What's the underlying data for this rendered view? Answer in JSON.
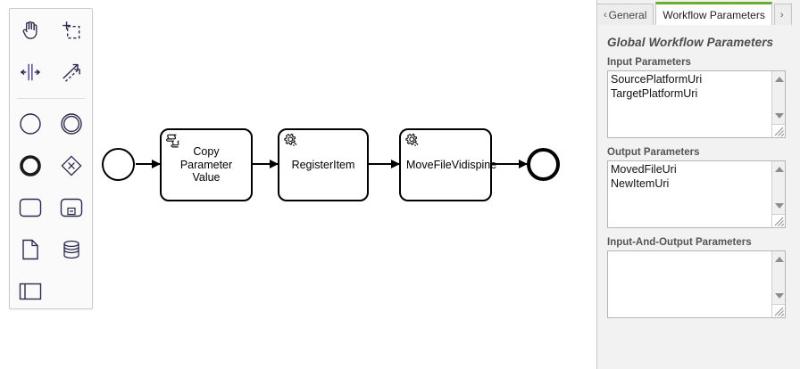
{
  "canvas": {
    "palette": {
      "name": "bpmn-palette",
      "tools": [
        {
          "id": "hand-tool",
          "icon": "hand-icon",
          "label": "Activate hand tool"
        },
        {
          "id": "lasso-tool",
          "icon": "lasso-select-icon",
          "label": "Activate lasso tool"
        },
        {
          "id": "space-tool",
          "icon": "space-tool-icon",
          "label": "Activate create/remove space tool"
        },
        {
          "id": "global-connect-tool",
          "icon": "connect-arrows-icon",
          "label": "Activate global connect tool"
        }
      ],
      "elements": [
        {
          "id": "start-event",
          "icon": "start-event-circle-icon",
          "label": "Create StartEvent"
        },
        {
          "id": "intermediate-event",
          "icon": "intermediate-event-double-circle-icon",
          "label": "Create Intermediate/Boundary Event"
        },
        {
          "id": "end-event",
          "icon": "end-event-thick-circle-icon",
          "label": "Create EndEvent"
        },
        {
          "id": "gateway",
          "icon": "gateway-diamond-icon",
          "label": "Create Gateway"
        },
        {
          "id": "task",
          "icon": "task-rounded-rect-icon",
          "label": "Create Task"
        },
        {
          "id": "subprocess",
          "icon": "subprocess-collapsed-icon",
          "label": "Create expanded SubProcess"
        },
        {
          "id": "data-object",
          "icon": "data-object-page-icon",
          "label": "Create DataObjectReference"
        },
        {
          "id": "data-store",
          "icon": "data-store-cylinder-icon",
          "label": "Create DataStoreReference"
        },
        {
          "id": "participant",
          "icon": "pool-lane-icon",
          "label": "Create Pool/Participant"
        }
      ]
    },
    "diagram": {
      "start_event": {
        "name": "start-event",
        "label": ""
      },
      "tasks": [
        {
          "name": "task-copy-parameter-value",
          "label": "Copy Parameter Value",
          "icon": "script-task-icon"
        },
        {
          "name": "task-register-item",
          "label": "RegisterItem",
          "icon": "service-task-gear-icon"
        },
        {
          "name": "task-move-file-vidispine",
          "label": "MoveFileVidispine",
          "icon": "service-task-gear-icon"
        }
      ],
      "end_event": {
        "name": "end-event",
        "label": ""
      },
      "flows": [
        {
          "name": "sequence-flow-1"
        },
        {
          "name": "sequence-flow-2"
        },
        {
          "name": "sequence-flow-3"
        },
        {
          "name": "sequence-flow-4"
        }
      ]
    }
  },
  "panel": {
    "tabs": [
      {
        "id": "tab-general",
        "label": "General",
        "active": false,
        "chevron": "‹",
        "clipped": "left"
      },
      {
        "id": "tab-workflow-parameters",
        "label": "Workflow Parameters",
        "active": true
      },
      {
        "id": "tab-more",
        "label": "",
        "active": false,
        "chevron": "›",
        "clipped": "right"
      }
    ],
    "title": "Global Workflow Parameters",
    "groups": [
      {
        "id": "input-parameters",
        "label": "Input Parameters",
        "items": [
          "SourcePlatformUri",
          "TargetPlatformUri"
        ]
      },
      {
        "id": "output-parameters",
        "label": "Output Parameters",
        "items": [
          "MovedFileUri",
          "NewItemUri"
        ]
      },
      {
        "id": "input-and-output-parameters",
        "label": "Input-And-Output Parameters",
        "items": []
      }
    ]
  },
  "colors": {
    "accent_green": "#6aae2e",
    "panel_bg": "#f2f2f2",
    "canvas_bg": "#ffffff",
    "stroke": "#000000"
  }
}
